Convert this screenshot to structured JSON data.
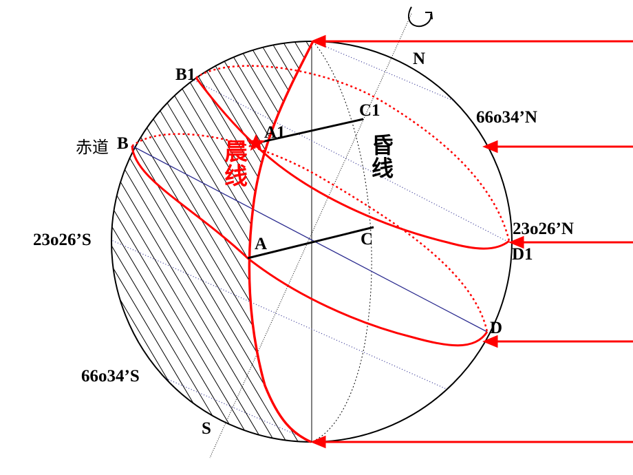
{
  "labels": {
    "north": "N",
    "south": "S",
    "lat_66N": "66o34’N",
    "lat_2326N": "23o26’N",
    "lat_2326S": "23o26’S",
    "lat_66S": "66o34’S",
    "equator": "赤道",
    "point_B": "B",
    "point_B1": "B1",
    "point_A": "A",
    "point_A1": "A1",
    "point_C": "C",
    "point_C1": "C1",
    "point_D": "D",
    "point_D1": "D1",
    "dawn_line": "晨线",
    "dusk_line": "昏线"
  },
  "colors": {
    "terminator": "#ff0000",
    "circle": "#000000",
    "equator": "#2b2b8f",
    "hatch": "#000000",
    "parallels": "#2b2b8f"
  },
  "icons": [
    "rotation-arrow-icon",
    "star-icon"
  ]
}
